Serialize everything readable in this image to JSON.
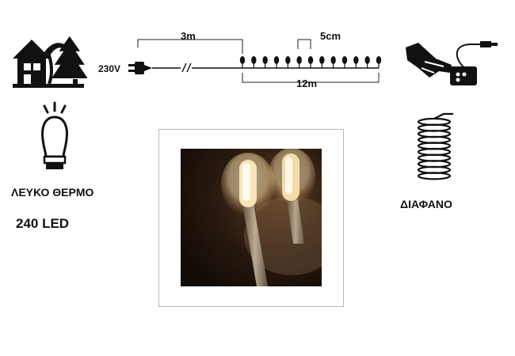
{
  "diagram": {
    "lead_length": "3m",
    "spacing": "5cm",
    "voltage": "230V",
    "string_length": "12m"
  },
  "light": {
    "color_label": "ΛΕΥΚΟ ΘΕΡΜΟ",
    "count_label": "240 LED"
  },
  "cable": {
    "color_label": "ΔΙΑΦΑΝΟ"
  },
  "icons": {
    "usage": "indoor-outdoor-icon",
    "bulb": "led-bulb-icon",
    "controller": "hand-controller-icon",
    "cable": "coiled-cable-icon"
  },
  "colors": {
    "ink": "#111111",
    "warm_light": "#f3d9a4",
    "frame_border": "#b8b8b8"
  }
}
